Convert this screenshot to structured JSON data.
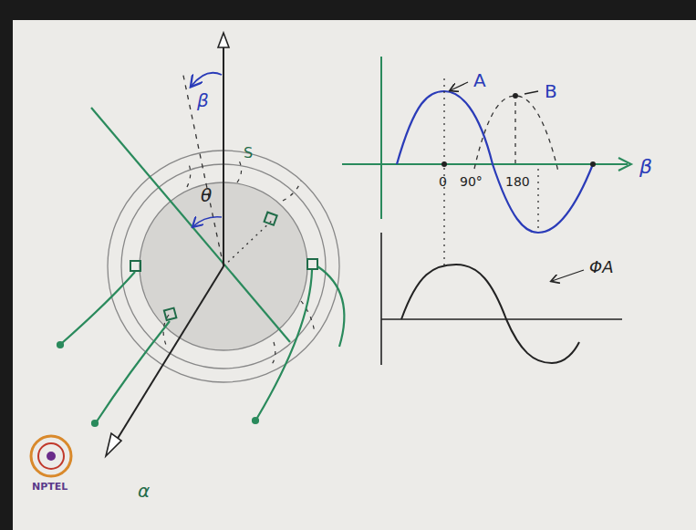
{
  "diagram": {
    "labels": [
      "β",
      "θ",
      "S",
      "α",
      "A",
      "B",
      "0",
      "90°",
      "180",
      "β",
      "ΦA",
      "NPTEL"
    ]
  }
}
